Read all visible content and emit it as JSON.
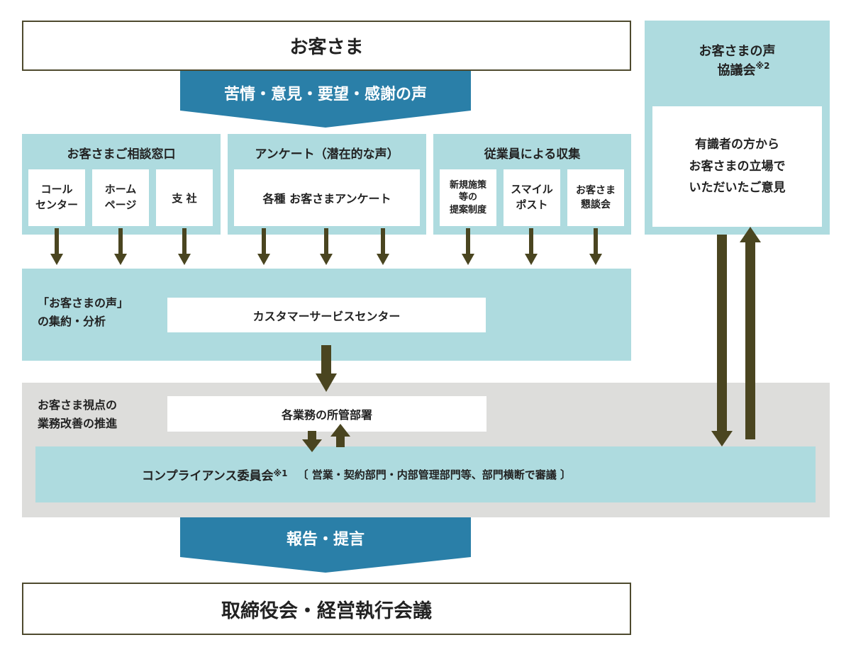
{
  "top_box": {
    "label": "お客さま"
  },
  "voices_banner": {
    "label": "苦情・意見・要望・感謝の声"
  },
  "channels": [
    {
      "title": "お客さまご相談窓口",
      "items": [
        "コール\nセンター",
        "ホーム\nページ",
        "支 社"
      ]
    },
    {
      "title": "アンケート（潜在的な声）",
      "items": [
        "各種 お客さまアンケート"
      ]
    },
    {
      "title": "従業員による収集",
      "items": [
        "新規施策\n等の\n提案制度",
        "スマイル\nポスト",
        "お客さま\n懇談会"
      ]
    }
  ],
  "council": {
    "title_line1": "お客さまの声",
    "title_line2": "協議会",
    "note": "※2",
    "body": "有識者の方から\nお客さまの立場で\nいただいたご意見"
  },
  "aggregation": {
    "side_label": "「お客さまの声」\nの集約・分析",
    "center_label": "カスタマーサービスセンター"
  },
  "improvement": {
    "side_label": "お客さま視点の\n業務改善の推進",
    "dept_label": "各業務の所管部署"
  },
  "compliance": {
    "label": "コンプライアンス委員会",
    "note": "※1",
    "detail": "〔 営業・契約部門・内部管理部門等、部門横断で審議 〕"
  },
  "report_banner": {
    "label": "報告・提言"
  },
  "bottom_box": {
    "label": "取締役会・経営執行会議"
  },
  "colors": {
    "teal": "#aedbdf",
    "ribbon": "#2a7fa8",
    "arrow": "#4a4520",
    "gray": "#dddddb"
  }
}
